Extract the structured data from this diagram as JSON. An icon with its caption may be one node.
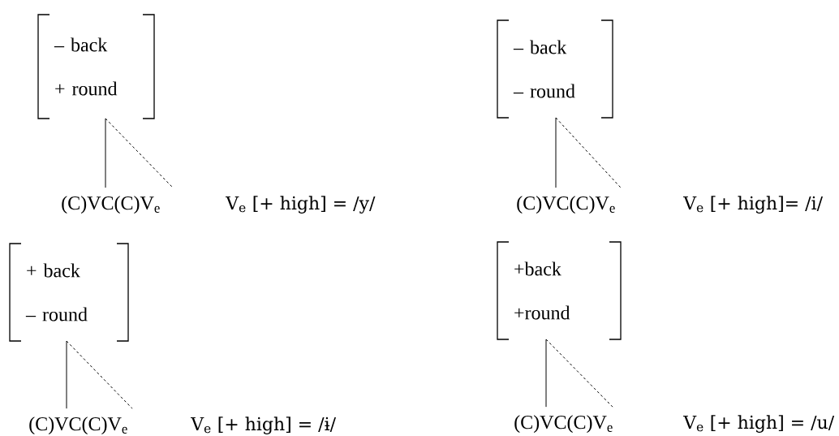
{
  "diagram": {
    "nodes": [
      {
        "text": [
          "– back",
          "+ round"
        ]
      },
      {
        "text": [
          "(C)VC(C)V$_{e}$"
        ]
      },
      {
        "text": [
          "– back",
          "– round"
        ]
      },
      {
        "text": [
          "(C)VC(C)V$_{e}$"
        ]
      },
      {
        "text": [
          "+ back",
          "– round"
        ]
      },
      {
        "text": [
          "(C)VC(C)V$_{e}$"
        ]
      },
      {
        "text": [
          "+back",
          "+round"
        ]
      },
      {
        "text": [
          "(C)VC(C)V$_{e}$"
        ]
      }
    ],
    "edges": [
      {
        "from": 0,
        "to": 1,
        "arrow": "none"
      },
      {
        "from": 0,
        "to": 1,
        "arrow": "none",
        "style": "dashed"
      },
      {
        "from": 2,
        "to": 3,
        "arrow": "none"
      },
      {
        "from": 2,
        "to": 3,
        "arrow": "none",
        "style": "dashed"
      },
      {
        "from": 4,
        "to": 5,
        "arrow": "none"
      },
      {
        "from": 4,
        "to": 5,
        "arrow": "none",
        "style": "dashed"
      },
      {
        "from": 6,
        "to": 7,
        "arrow": "none"
      },
      {
        "from": 6,
        "to": 7,
        "arrow": "none",
        "style": "dashed"
      }
    ],
    "labels": [
      "V$_{e}$ [+ high] = /y/",
      "V$_{e}$ [+ high]= /i/",
      "V$_{e}$ [+ high] = /ɨ/",
      "V$_{e}$ [+ high] = /u/"
    ]
  }
}
